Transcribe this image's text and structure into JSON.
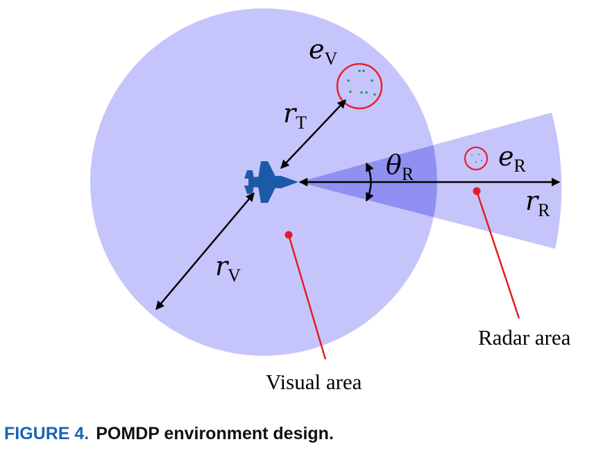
{
  "diagram": {
    "labels": {
      "e_v": {
        "main": "e",
        "sub": "V"
      },
      "e_r": {
        "main": "e",
        "sub": "R"
      },
      "r_t": {
        "main": "r",
        "sub": "T"
      },
      "r_v": {
        "main": "r",
        "sub": "V"
      },
      "r_r": {
        "main": "r",
        "sub": "R"
      },
      "theta_r": {
        "main": "θ",
        "sub": "R"
      }
    },
    "radar_area_label": "Radar area",
    "visual_area_label": "Visual area"
  },
  "caption": {
    "figure_number": "FIGURE 4.",
    "text": "POMDP environment design."
  },
  "colors": {
    "area_fill": "#c5c5fb",
    "overlap_fill": "#9090f2",
    "aircraft": "#1c5aa8",
    "target_ring": "#e8202a",
    "pointer": "#e21b24",
    "dots": "#1f9a6a",
    "caption_accent": "#1a64b8"
  }
}
